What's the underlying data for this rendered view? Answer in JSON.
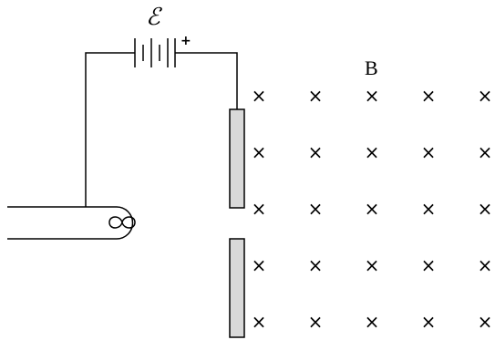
{
  "labels": {
    "emf": "ℰ",
    "positive_terminal": "+",
    "magnetic_field": "B"
  },
  "field": {
    "symbol": "×",
    "direction": "into-page",
    "rows": 5,
    "columns": 5
  },
  "colors": {
    "plate_fill": "#d9d9d9",
    "line": "#000000"
  }
}
